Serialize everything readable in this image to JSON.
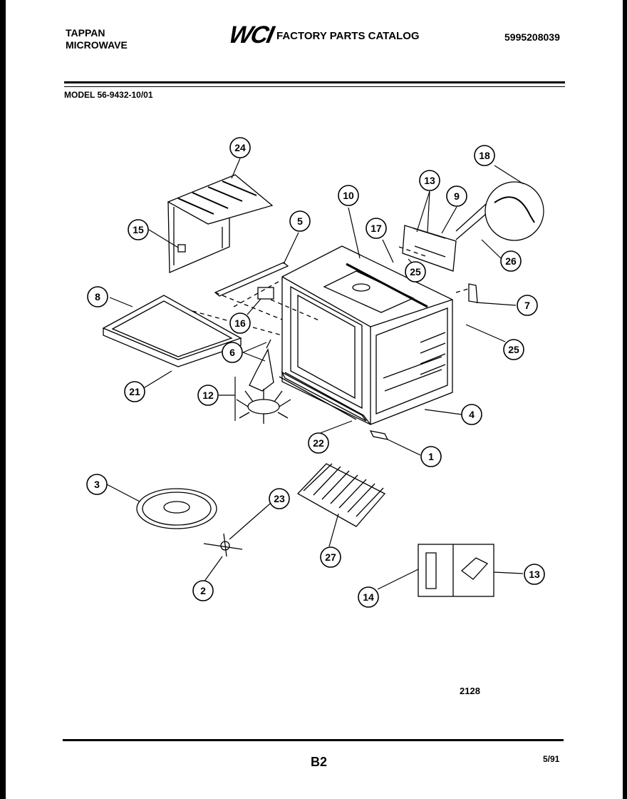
{
  "header": {
    "brand_line1": "TAPPAN",
    "brand_line2": "MICROWAVE",
    "logo": "WCI",
    "catalog_title": "FACTORY PARTS CATALOG",
    "part_number": "5995208039"
  },
  "model_label": "MODEL 56-9432-10/01",
  "footer": {
    "drawing_number": "2128",
    "page": "B2",
    "date": "5/91"
  },
  "callouts": [
    "24",
    "15",
    "5",
    "10",
    "17",
    "13",
    "9",
    "18",
    "26",
    "25",
    "8",
    "16",
    "7",
    "25",
    "6",
    "12",
    "4",
    "21",
    "22",
    "1",
    "3",
    "23",
    "27",
    "2",
    "14",
    "13"
  ]
}
